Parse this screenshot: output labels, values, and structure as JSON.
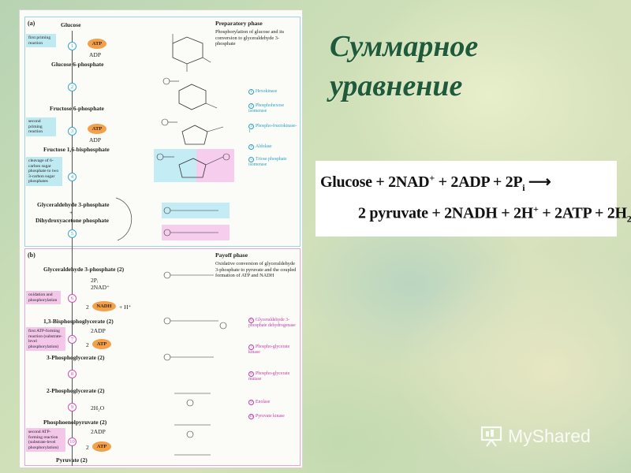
{
  "slide": {
    "title_line1": "Суммарное",
    "title_line2": "уравнение",
    "background_color": "#c6d9b4",
    "title_color": "#1f5a3a"
  },
  "equation": {
    "line1": {
      "glucose": "Glucose",
      "plus1": "+ 2NAD",
      "nad_sup": "+",
      "plus2": "+ 2ADP + 2P",
      "pi_sub": "i",
      "arrow": "⟶"
    },
    "line2": {
      "a": "2 pyruvate + 2NADH + 2H",
      "h_sup": "+",
      "b": "+ 2ATP + 2H",
      "h2o_sub": "2",
      "c": "O"
    }
  },
  "figure": {
    "panel_a_label": "(a)",
    "panel_b_label": "(b)",
    "prep_phase_title": "Preparatory phase",
    "prep_phase_desc": "Phosphorylation of glucose and its conversion to glyceraldehyde 3-phosphate",
    "payoff_phase_title": "Payoff phase",
    "payoff_phase_desc": "Oxidative conversion of glyceraldehyde 3-phosphate to pyruvate and the coupled formation of ATP and NADH",
    "metabolites": {
      "glucose": "Glucose",
      "g6p": "Glucose 6-phosphate",
      "f6p": "Fructose 6-phosphate",
      "f16bp": "Fructose 1,6-bisphosphate",
      "gap": "Glyceraldehyde 3-phosphate",
      "plus": "+",
      "dhap": "Dihydroxyacetone phosphate",
      "gap2": "Glyceraldehyde 3-phosphate (2)",
      "bpg": "1,3-Bisphosphoglycerate (2)",
      "pg3": "3-Phosphoglycerate (2)",
      "pg2": "2-Phosphoglycerate (2)",
      "pep": "Phosphoenolpyruvate (2)",
      "pyruvate": "Pyruvate (2)"
    },
    "cofactors": {
      "atp": "ATP",
      "adp": "ADP",
      "nadh": "NADH",
      "h_plus": "+ H⁺",
      "two_pi": "2Pᵢ",
      "two_nad": "2NAD⁺",
      "two_adp": "2ADP",
      "two_h2o": "2H₂O",
      "two": "2"
    },
    "notes": {
      "first_priming": "first priming reaction",
      "second_priming": "second priming reaction",
      "cleavage": "cleavage of 6-carbon sugar phosphate to two 3-carbon sugar phosphates",
      "oxidation": "oxidation and phosphorylation",
      "first_atp": "first ATP-forming reaction (substrate-level phosphorylation)",
      "second_atp": "second ATP-forming reaction (substrate-level phosphorylation)"
    },
    "steps": [
      "1",
      "2",
      "3",
      "4",
      "5",
      "6",
      "7",
      "8",
      "9",
      "10"
    ],
    "enzymes_prep": [
      {
        "num": "1",
        "name": "Hexokinase"
      },
      {
        "num": "2",
        "name": "Phosphohexose isomerase"
      },
      {
        "num": "3",
        "name": "Phospho-fructokinase-1"
      },
      {
        "num": "4",
        "name": "Aldolase"
      },
      {
        "num": "5",
        "name": "Triose phosphate isomerase"
      }
    ],
    "enzymes_payoff": [
      {
        "num": "6",
        "name": "Glyceraldehyde 3-phosphate dehydrogenase"
      },
      {
        "num": "7",
        "name": "Phospho-glycerate kinase"
      },
      {
        "num": "8",
        "name": "Phospho-glycerate mutase"
      },
      {
        "num": "9",
        "name": "Enolase"
      },
      {
        "num": "10",
        "name": "Pyruvate kinase"
      }
    ],
    "colors": {
      "prep_accent": "#36a8cc",
      "payoff_accent": "#cf4fb3",
      "atp_fill": "#f2a14a"
    }
  },
  "watermark": {
    "text": "MyShared",
    "icon": "presentation-board-icon"
  }
}
